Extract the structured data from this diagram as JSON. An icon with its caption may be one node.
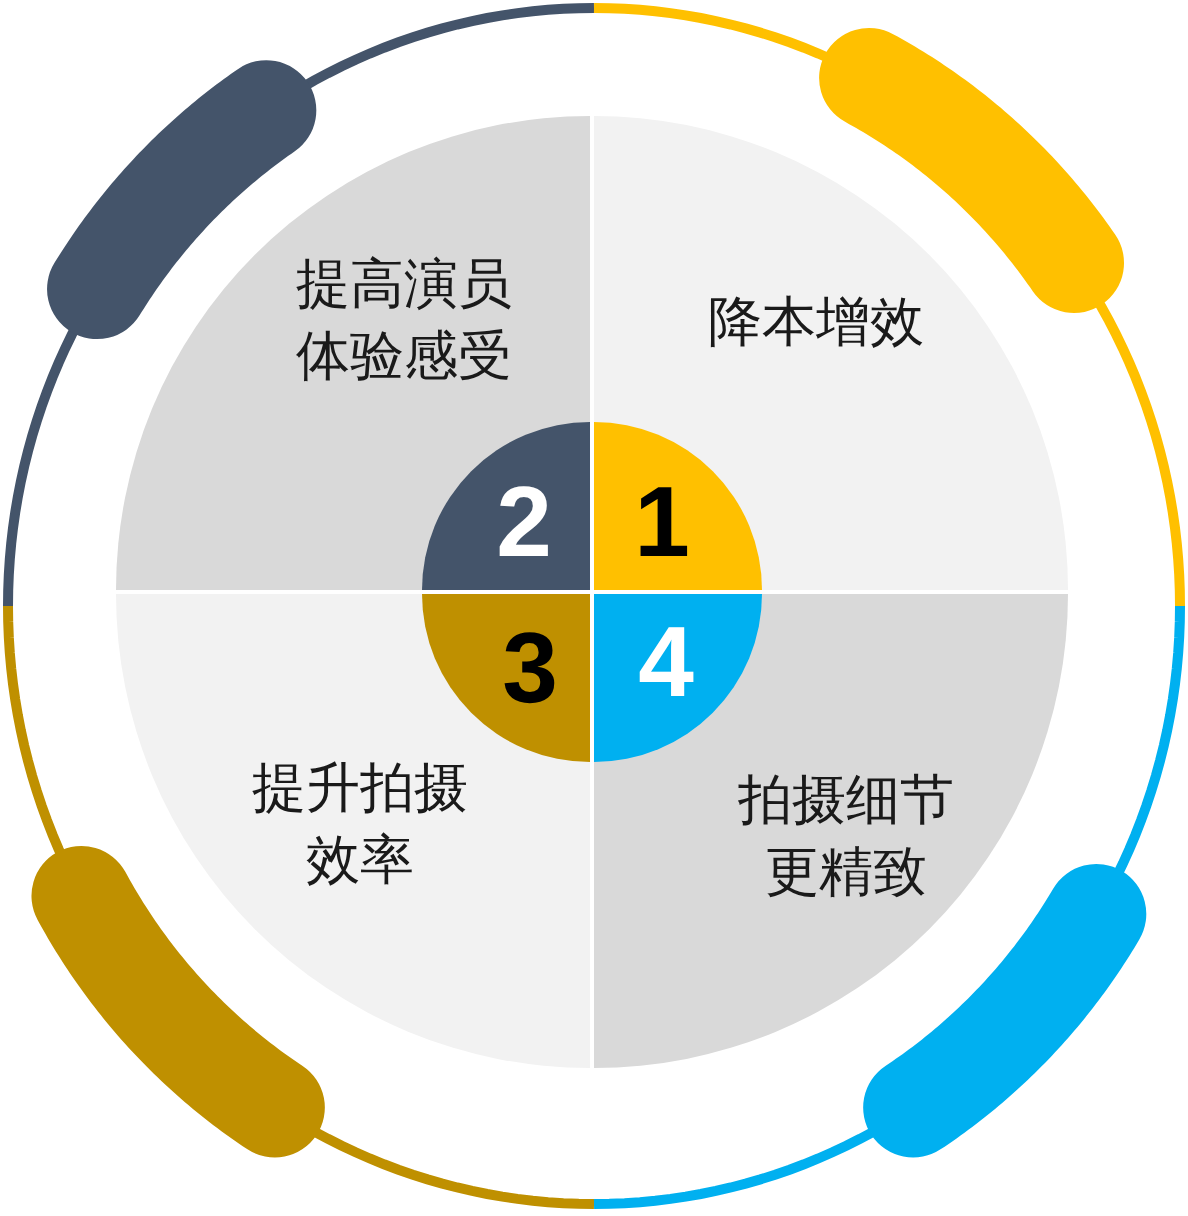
{
  "diagram": {
    "nodes": [
      {
        "text": [
          "提高演员体验感受"
        ]
      },
      {
        "text": [
          "2"
        ],
        "in": 0
      },
      {
        "text": [
          "降本增效"
        ]
      },
      {
        "text": [
          "1"
        ],
        "in": 2
      },
      {
        "text": [
          "提升拍摄效率"
        ]
      },
      {
        "text": [
          "3"
        ],
        "in": 4
      },
      {
        "text": [
          "拍摄细节更精致"
        ]
      },
      {
        "text": [
          "4"
        ],
        "in": 6
      }
    ]
  }
}
